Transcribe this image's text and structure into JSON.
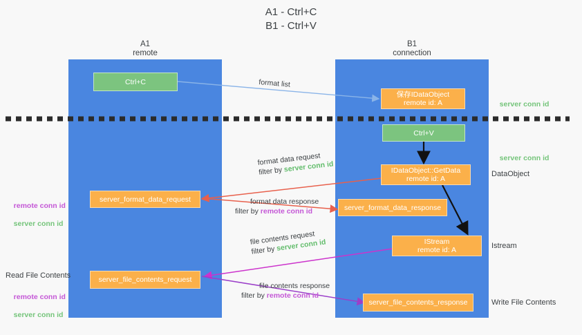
{
  "title": "A1 - Ctrl+C\nB1 - Ctrl+V",
  "lanes": [
    {
      "id": "a1",
      "header": "A1\nremote"
    },
    {
      "id": "b1",
      "header": "B1\nconnection"
    }
  ],
  "nodes": [
    {
      "id": "ctrl-c",
      "label": "Ctrl+C",
      "color": "green"
    },
    {
      "id": "idataobject",
      "label": "保存IDataObject\nremote id: A",
      "color": "orange"
    },
    {
      "id": "ctrl-v",
      "label": "Ctrl+V",
      "color": "green"
    },
    {
      "id": "getdata",
      "label": "IDataObject::GetData\nremote id: A",
      "color": "orange"
    },
    {
      "id": "server-format-data-request",
      "label": "server_format_data_request",
      "color": "orange"
    },
    {
      "id": "server-format-data-response",
      "label": "server_format_data_response",
      "color": "orange"
    },
    {
      "id": "istream",
      "label": "IStream\nremote id: A",
      "color": "orange"
    },
    {
      "id": "server-file-contents-request",
      "label": "server_file_contents_request",
      "color": "orange"
    },
    {
      "id": "server-file-contents-response",
      "label": "server_file_contents_response",
      "color": "orange"
    }
  ],
  "right_labels": [
    {
      "id": "server-conn-id-1",
      "text": "server conn id",
      "kind": "server"
    },
    {
      "id": "server-conn-id-2",
      "text": "server conn id",
      "kind": "server"
    },
    {
      "id": "dataobject",
      "text": "DataObject",
      "kind": "plain"
    },
    {
      "id": "istream-label",
      "text": "Istream",
      "kind": "plain"
    },
    {
      "id": "write-file-contents",
      "text": "Write File Contents",
      "kind": "plain"
    }
  ],
  "left_labels": [
    {
      "id": "left-conn-ids-1",
      "remote": "remote conn id",
      "server": "server conn id"
    },
    {
      "id": "read-file-contents",
      "text": "Read File Contents"
    },
    {
      "id": "left-conn-ids-2",
      "remote": "remote conn id",
      "server": "server conn id"
    }
  ],
  "flows": [
    {
      "id": "format-list",
      "line1": "format list",
      "line2": "",
      "filter_word": "",
      "filter_kind": ""
    },
    {
      "id": "format-data-request",
      "line1": "format data request",
      "line2": "filter by ",
      "filter_word": "server conn id",
      "filter_kind": "server"
    },
    {
      "id": "format-data-response",
      "line1": "format data response",
      "line2": "filter by ",
      "filter_word": "remote conn id",
      "filter_kind": "remote"
    },
    {
      "id": "file-contents-request",
      "line1": "file contents request",
      "line2": "filter by ",
      "filter_word": "server conn id",
      "filter_kind": "server"
    },
    {
      "id": "file-contents-response",
      "line1": "file contents response",
      "line2": "filter by ",
      "filter_word": "remote conn id",
      "filter_kind": "remote"
    }
  ],
  "colors": {
    "lane": "#4a86e0",
    "green_node": "#7cc47f",
    "orange_node": "#fbb04a",
    "remote_conn": "#c457d6",
    "server_conn": "#74c47a",
    "divider": "#2b2b2b",
    "arrow_blue": "#8ab4e8",
    "arrow_red": "#e8604c",
    "arrow_magenta": "#cc33cc",
    "arrow_purple": "#9b3fc9",
    "arrow_black": "#111111"
  }
}
